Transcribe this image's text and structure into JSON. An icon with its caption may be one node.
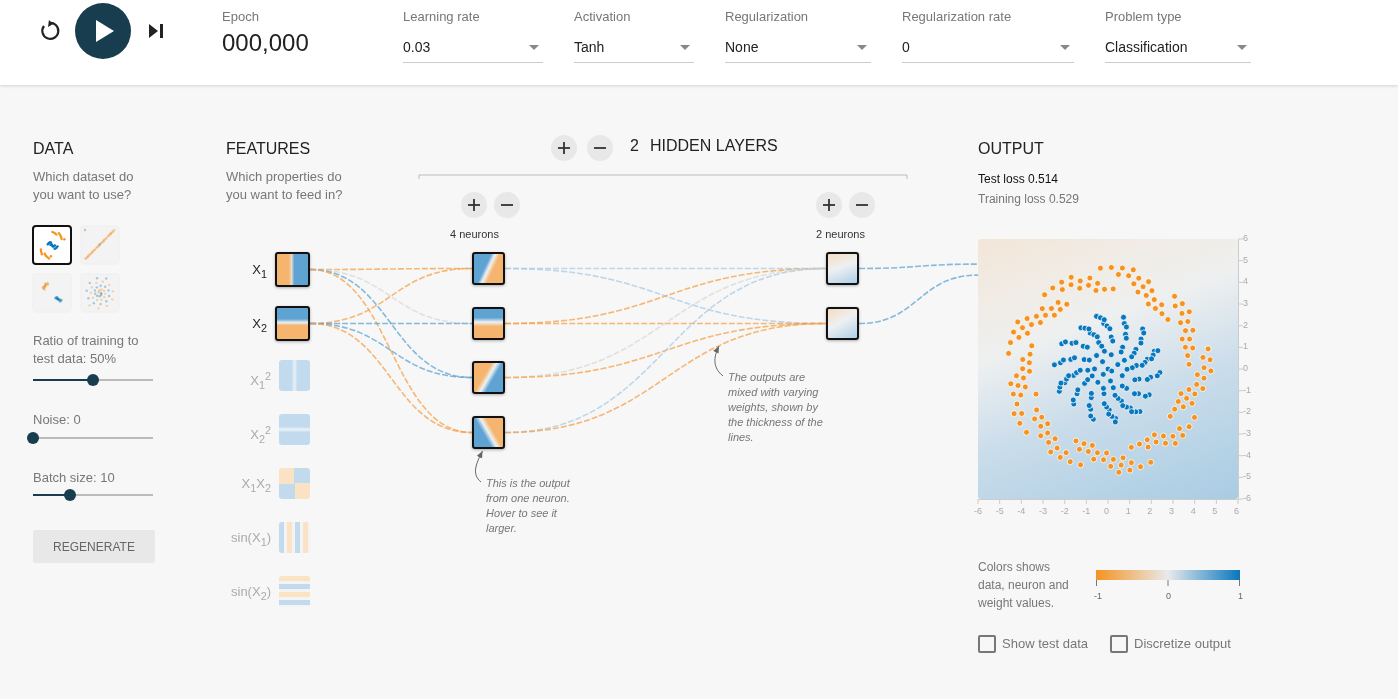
{
  "diagram": {
    "nodes": [
      {
        "text": [
          "X$_{1}$"
        ]
      },
      {
        "text": [
          "X$_{2}$"
        ]
      },
      {
        "text": [
          "X$_{1}$$^{2}$"
        ]
      },
      {
        "text": [
          "X$_{2}$$^{2}$"
        ]
      },
      {
        "text": [
          "X$_{1}$X$_{2}$"
        ]
      },
      {
        "text": [
          "sin(X$_{1}$)"
        ]
      },
      {
        "text": [
          "sin(X$_{2}$)"
        ]
      },
      {
        "text": [],
        "shape": "picture"
      },
      {
        "text": [],
        "shape": "picture"
      },
      {
        "text": [],
        "shape": "picture"
      },
      {
        "text": [],
        "shape": "picture"
      },
      {
        "text": [],
        "shape": "picture"
      },
      {
        "text": [],
        "shape": "picture"
      },
      {
        "text": [],
        "shape": "picture"
      },
      {
        "text": [
          "This is the output from one neuron. Hover to see it larger."
        ]
      },
      {
        "text": [
          "The outputs are mixed with varying weights, shown by the thickness of the lines."
        ]
      }
    ],
    "edges": [
      {
        "from": 0,
        "to": 7,
        "arrow": "none",
        "style": "dashed",
        "color": "#f5a24a"
      },
      {
        "from": 0,
        "to": 8,
        "arrow": "none",
        "style": "dashed",
        "color": "#d8d8d8"
      },
      {
        "from": 0,
        "to": 9,
        "arrow": "none",
        "style": "dashed",
        "color": "#5ea4d6"
      },
      {
        "from": 0,
        "to": 10,
        "arrow": "none",
        "style": "dashed",
        "color": "#f5a24a"
      },
      {
        "from": 1,
        "to": 7,
        "arrow": "none",
        "style": "dashed",
        "color": "#f5a24a"
      },
      {
        "from": 1,
        "to": 8,
        "arrow": "none",
        "style": "dashed",
        "color": "#5ea4d6"
      },
      {
        "from": 1,
        "to": 9,
        "arrow": "none",
        "style": "dashed",
        "color": "#5ea4d6"
      },
      {
        "from": 1,
        "to": 10,
        "arrow": "none",
        "style": "dashed",
        "color": "#f5a24a"
      },
      {
        "from": 7,
        "to": 11,
        "arrow": "none",
        "style": "dashed",
        "color": "#a9cbe4"
      },
      {
        "from": 7,
        "to": 12,
        "arrow": "none",
        "style": "dashed",
        "color": "#a9cbe4"
      },
      {
        "from": 8,
        "to": 11,
        "arrow": "none",
        "style": "dashed",
        "color": "#f5a24a"
      },
      {
        "from": 8,
        "to": 12,
        "arrow": "none",
        "style": "dashed",
        "color": "#f5a24a"
      },
      {
        "from": 9,
        "to": 11,
        "arrow": "none",
        "style": "dashed",
        "color": "#d8d8d8"
      },
      {
        "from": 9,
        "to": 12,
        "arrow": "none",
        "style": "dashed",
        "color": "#f5a24a"
      },
      {
        "from": 10,
        "to": 11,
        "arrow": "none",
        "style": "dashed",
        "color": "#a9cbe4"
      },
      {
        "from": 10,
        "to": 12,
        "arrow": "none",
        "style": "dashed",
        "color": "#f5a24a"
      },
      {
        "from": 11,
        "to": 13,
        "arrow": "none",
        "style": "dashed",
        "color": "#5ea4d6"
      },
      {
        "from": 12,
        "to": 13,
        "arrow": "none",
        "style": "dashed",
        "color": "#5ea4d6"
      },
      {
        "from": 14,
        "to": 10,
        "arrow": "to",
        "color": "#666666"
      },
      {
        "from": 15,
        "to": null,
        "arrow": "to",
        "color": "#666666"
      }
    ],
    "labels": [
      "Epoch",
      "000,000",
      "Learning rate",
      "0.03",
      "Activation",
      "Tanh",
      "Regularization",
      "None",
      "Regularization rate",
      "0",
      "Problem type",
      "Classification",
      "DATA",
      "Which dataset do you want to use?",
      "Ratio of training to test data:  50%",
      "Noise:  0",
      "Batch size:  10",
      "REGENERATE",
      "FEATURES",
      "Which properties do you want to feed in?",
      "2",
      "HIDDEN LAYERS",
      "4 neurons",
      "2 neurons",
      "OUTPUT",
      "Test loss 0.514",
      "Training loss 0.529",
      "6",
      "5",
      "4",
      "3",
      "2",
      "1",
      "0",
      "-1",
      "-2",
      "-3",
      "-4",
      "-5",
      "-6",
      "-6",
      "-5",
      "-4",
      "-3",
      "-2",
      "-1",
      "0",
      "1",
      "2",
      "3",
      "4",
      "5",
      "6",
      "Colors shows data, neuron and weight values.",
      "-1",
      "0",
      "1",
      "Show test data",
      "Discretize output"
    ]
  }
}
